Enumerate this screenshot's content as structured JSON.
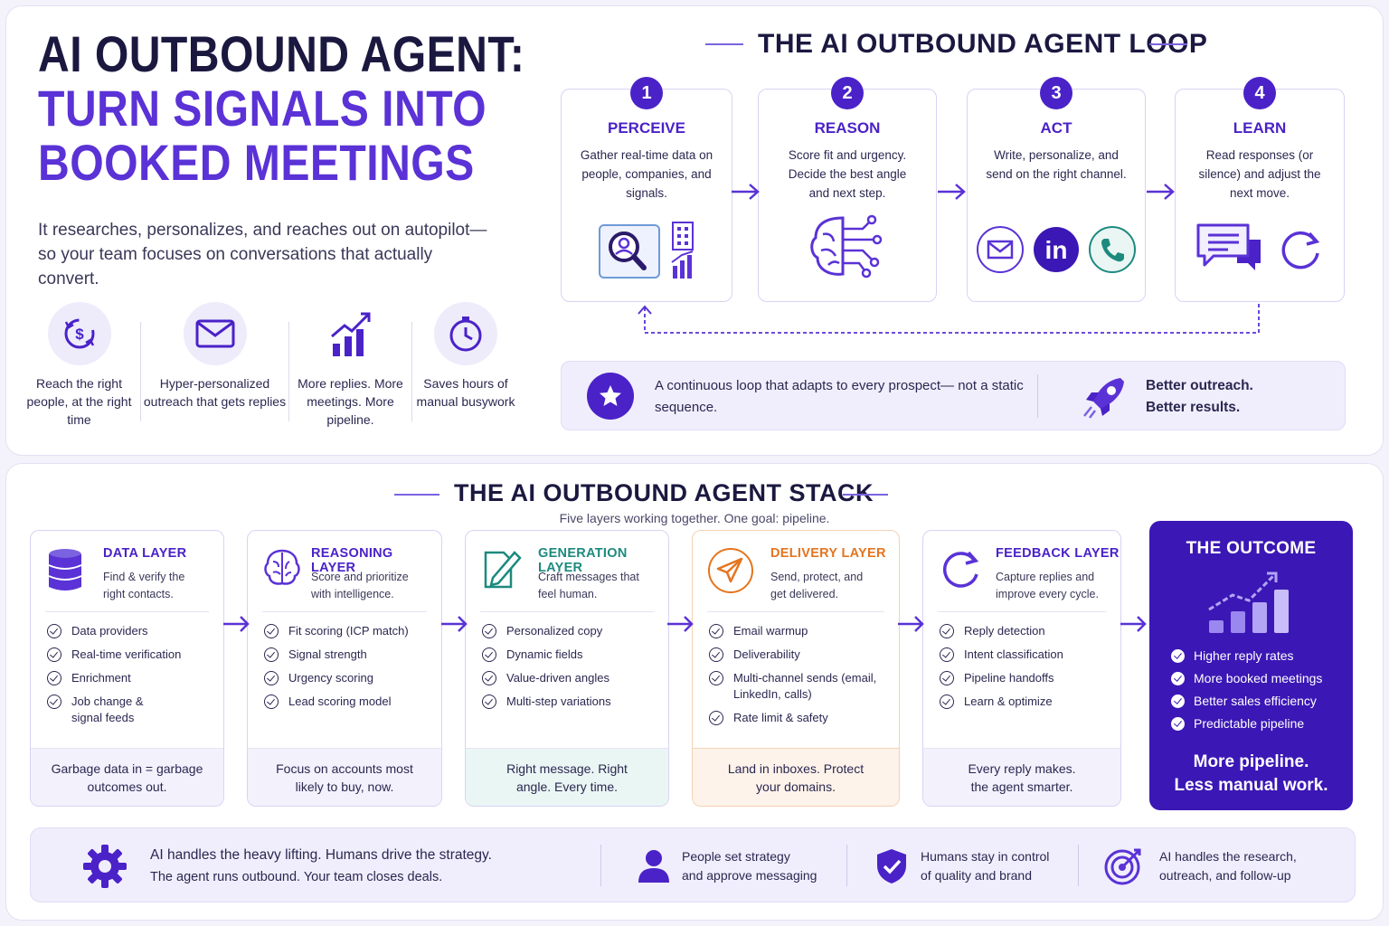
{
  "hero": {
    "title_line1": "AI OUTBOUND AGENT:",
    "title_line2": "TURN SIGNALS INTO",
    "title_line3": "BOOKED MEETINGS",
    "subtitle": "It researches, personalizes, and reaches out on autopilot—so your team focuses on conversations that actually convert."
  },
  "benefits": [
    {
      "icon": "dollar-target-icon",
      "text": "Reach the right people, at the right time"
    },
    {
      "icon": "envelope-icon",
      "text": "Hyper-personalized outreach that gets replies"
    },
    {
      "icon": "growth-chart-icon",
      "text": "More replies. More meetings. More pipeline."
    },
    {
      "icon": "clock-icon",
      "text": "Saves hours of manual busywork"
    }
  ],
  "loop": {
    "title": "THE AI OUTBOUND AGENT LOOP",
    "steps": [
      {
        "num": "1",
        "name": "PERCEIVE",
        "desc": "Gather real-time data on people, companies, and signals.",
        "icons": [
          "magnifier-profile-icon",
          "building-icon",
          "bar-chart-icon"
        ]
      },
      {
        "num": "2",
        "name": "REASON",
        "desc": "Score fit and urgency. Decide the best angle and next step.",
        "icons": [
          "brain-circuit-icon"
        ]
      },
      {
        "num": "3",
        "name": "ACT",
        "desc": "Write, personalize, and send on the right channel.",
        "icons": [
          "email-icon",
          "linkedin-icon",
          "phone-icon"
        ]
      },
      {
        "num": "4",
        "name": "LEARN",
        "desc": "Read responses (or silence) and adjust the next move.",
        "icons": [
          "chat-bubble-icon",
          "refresh-cycle-icon"
        ]
      }
    ],
    "banner_text": "A continuous loop that adapts to every prospect— not a static sequence.",
    "banner_right_1": "Better outreach.",
    "banner_right_2": "Better results."
  },
  "stack": {
    "title": "THE AI OUTBOUND AGENT STACK",
    "subtitle": "Five layers working together. One goal: pipeline.",
    "layers": [
      {
        "name": "DATA LAYER",
        "color": "#4a22c8",
        "desc": "Find & verify the right contacts.",
        "items": [
          "Data providers",
          "Real-time verification",
          "Enrichment",
          "Job change & signal feeds"
        ],
        "footer": "Garbage data in = garbage outcomes out.",
        "icon": "database-icon"
      },
      {
        "name": "REASONING LAYER",
        "color": "#4a22c8",
        "desc": "Score and prioritize with intelligence.",
        "items": [
          "Fit scoring (ICP match)",
          "Signal strength",
          "Urgency scoring",
          "Lead scoring model"
        ],
        "footer": "Focus on accounts most likely to buy, now.",
        "icon": "brain-icon"
      },
      {
        "name": "GENERATION LAYER",
        "color": "#1d8a7e",
        "desc": "Craft messages that feel human.",
        "items": [
          "Personalized copy",
          "Dynamic fields",
          "Value-driven angles",
          "Multi-step variations"
        ],
        "footer": "Right message. Right angle. Every time.",
        "icon": "document-pen-icon"
      },
      {
        "name": "DELIVERY LAYER",
        "color": "#e4751f",
        "desc": "Send, protect, and get delivered.",
        "items": [
          "Email warmup",
          "Deliverability",
          "Multi-channel sends (email, LinkedIn, calls)",
          "Rate limit & safety"
        ],
        "footer": "Land in inboxes. Protect your domains.",
        "icon": "paper-plane-icon"
      },
      {
        "name": "FEEDBACK LAYER",
        "color": "#4a22c8",
        "desc": "Capture replies and improve every cycle.",
        "items": [
          "Reply detection",
          "Intent classification",
          "Pipeline handoffs",
          "Learn & optimize"
        ],
        "footer": "Every reply makes. the agent smarter.",
        "icon": "refresh-icon"
      }
    ],
    "outcome": {
      "title": "THE OUTCOME",
      "items": [
        "Higher reply rates",
        "More booked meetings",
        "Better sales efficiency",
        "Predictable pipeline"
      ],
      "tagline_1": "More pipeline.",
      "tagline_2": "Less manual work."
    }
  },
  "bottom": {
    "main_1": "AI handles the heavy lifting. Humans drive the strategy.",
    "main_2": "The agent runs outbound. Your team closes deals.",
    "item1_1": "People set strategy",
    "item1_2": "and approve messaging",
    "item2_1": "Humans stay in control",
    "item2_2": "of quality and brand",
    "item3_1": "AI handles the research,",
    "item3_2": "outreach, and follow-up"
  },
  "colors": {
    "accent": "#4a22c8",
    "title": "#1b1840",
    "purple_title": "#5a32d6",
    "teal": "#1d8a7e",
    "orange": "#e4751f",
    "outcome_bg": "#3b17b5"
  }
}
